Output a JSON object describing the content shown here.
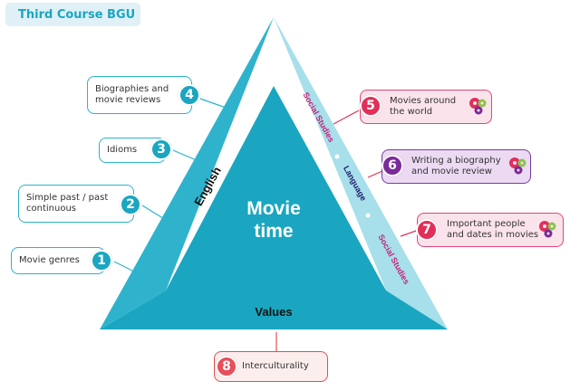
{
  "header": {
    "title": "Third Course BGU"
  },
  "center": {
    "line1": "Movie",
    "line2": "time"
  },
  "sides": {
    "left": "English",
    "bottom": "Values",
    "right_top": "Social Studies",
    "right_middle": "Language",
    "right_bottom": "Social Studies"
  },
  "items": {
    "i1": {
      "num": "1",
      "text": "Movie genres"
    },
    "i2": {
      "num": "2",
      "line1": "Simple past / past",
      "line2": "continuous"
    },
    "i3": {
      "num": "3",
      "text": "Idioms"
    },
    "i4": {
      "num": "4",
      "line1": "Biographies and",
      "line2": "movie reviews"
    },
    "i5": {
      "num": "5",
      "line1": "Movies around",
      "line2": "the world"
    },
    "i6": {
      "num": "6",
      "line1": "Writing a biography",
      "line2": "and movie review"
    },
    "i7": {
      "num": "7",
      "line1": "Important people",
      "line2": "and dates in movies"
    },
    "i8": {
      "num": "8",
      "text": "Interculturality"
    }
  },
  "colors": {
    "teal": "#1aa6c0",
    "teal_light": "#5cc5d9",
    "teal_dark": "#1493ab",
    "pink": "#e0305a",
    "purple": "#7a2a9a"
  }
}
